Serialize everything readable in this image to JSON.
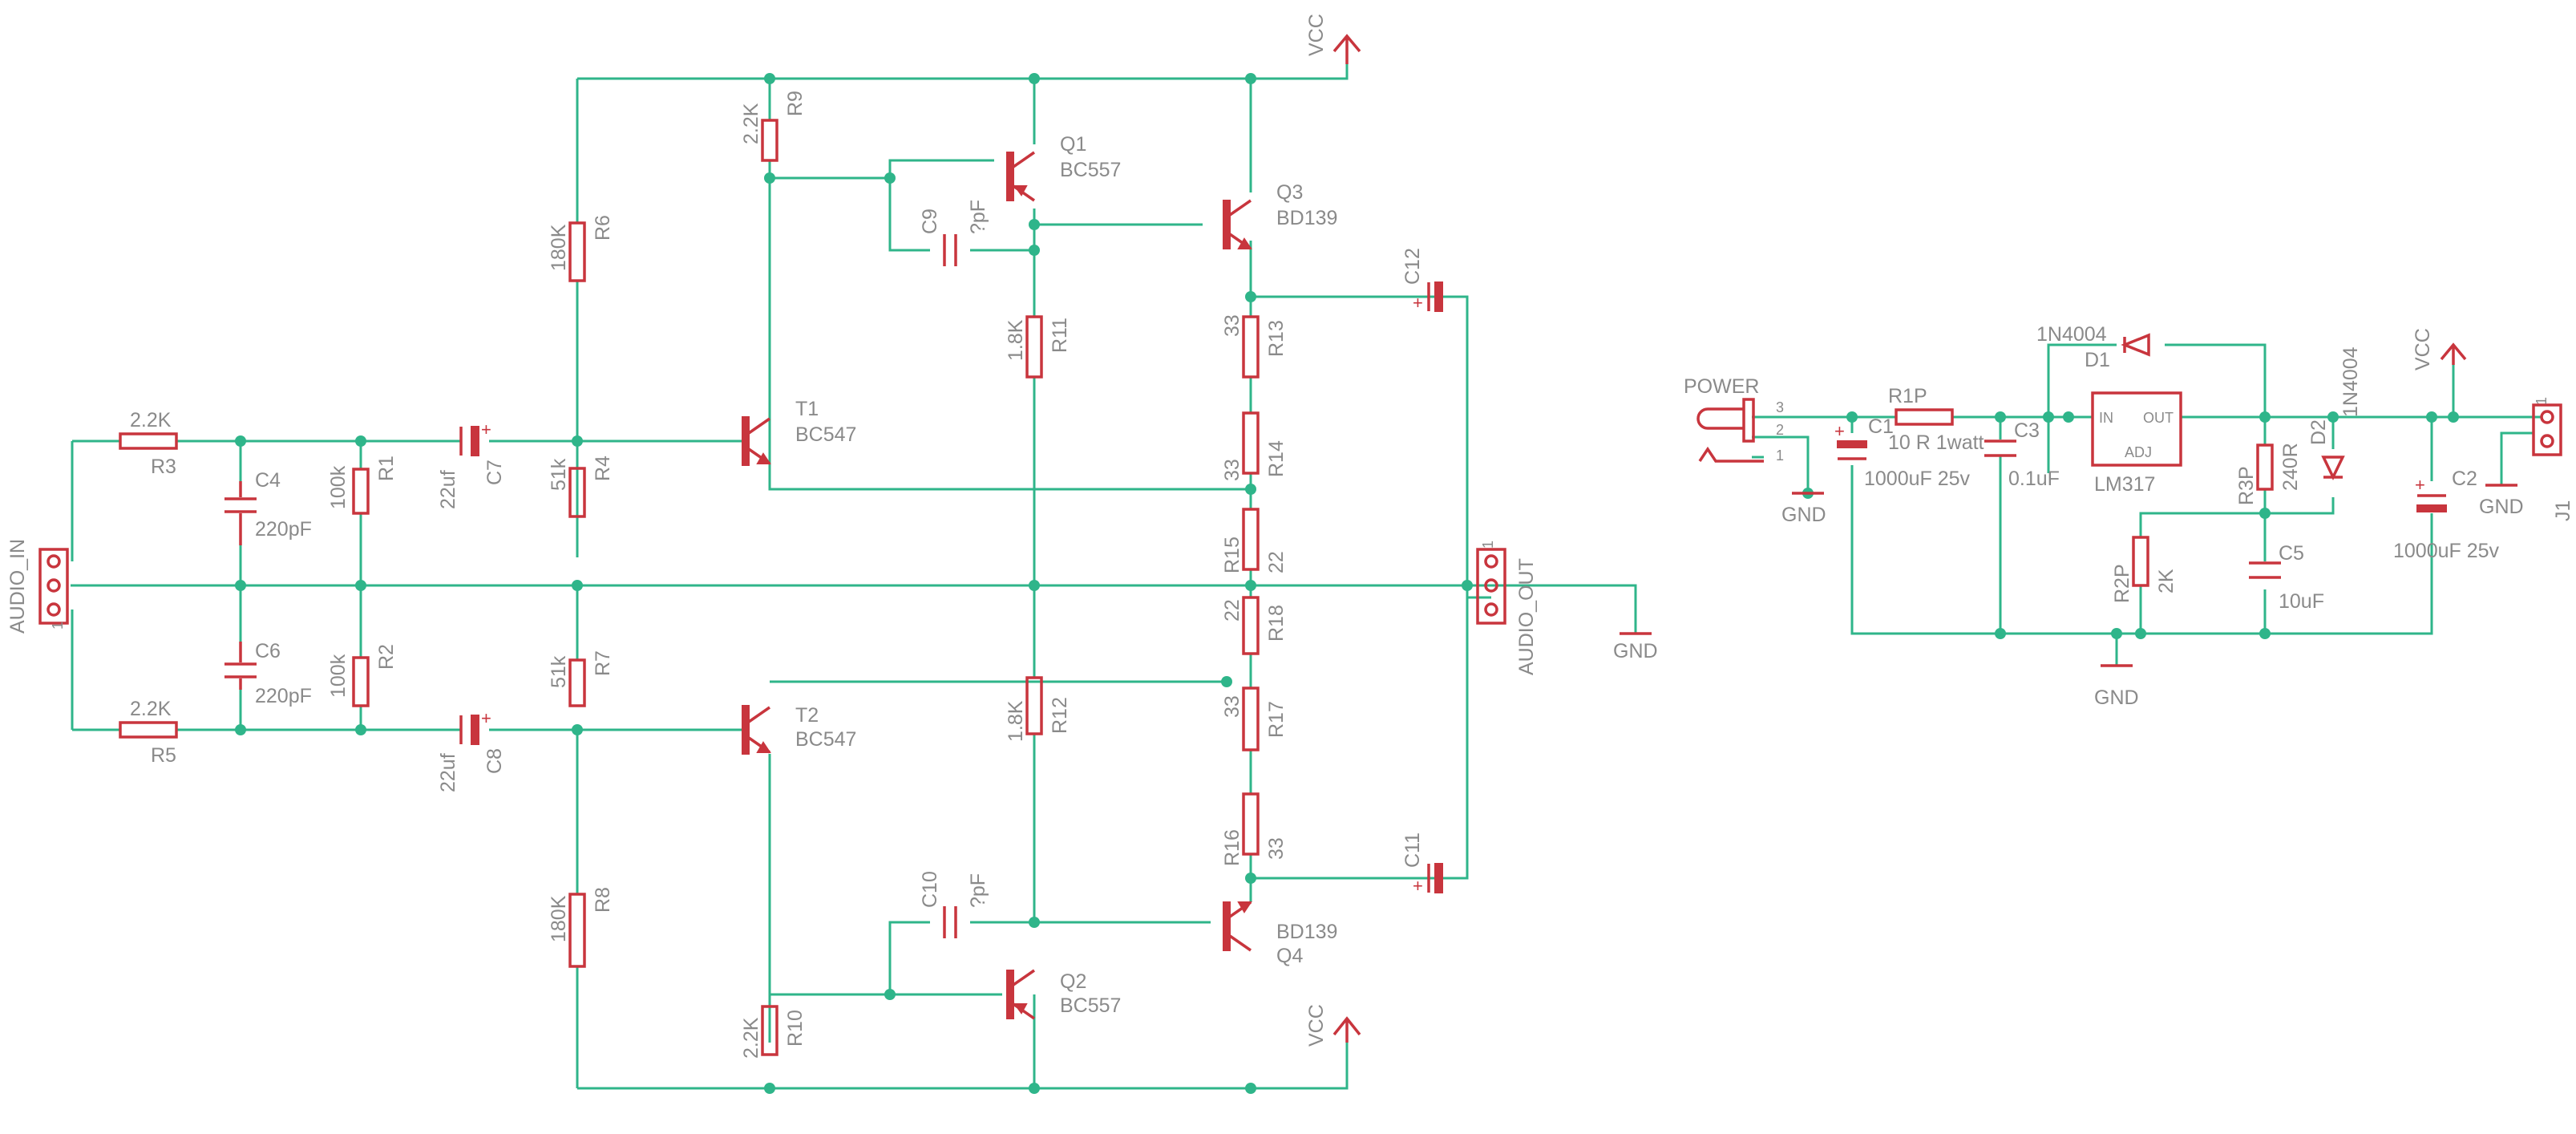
{
  "colors": {
    "wire": "#2fb58a",
    "part": "#c8353d",
    "text": "#8a8a8a",
    "background": "#ffffff"
  },
  "nets": {
    "vcc_top": "VCC",
    "vcc_bottom": "VCC",
    "gnd_out": "GND",
    "gnd_power": "GND",
    "gnd_reg": "GND",
    "vcc_right": "VCC",
    "gnd_j1": "GND"
  },
  "connectors": {
    "audio_in": {
      "name": "AUDIO_IN",
      "pin1": "1"
    },
    "audio_out": {
      "name": "AUDIO_OUT",
      "pin1": "1"
    },
    "power": {
      "name": "POWER",
      "pin3": "3",
      "pin2": "2",
      "pin1": "1"
    },
    "j1": {
      "name": "J1",
      "pin1": "1"
    }
  },
  "resistors": {
    "R1": {
      "name": "R1",
      "value": "100k"
    },
    "R2": {
      "name": "R2",
      "value": "100k"
    },
    "R3": {
      "name": "R3",
      "value": "2.2K"
    },
    "R4": {
      "name": "R4",
      "value": "51k"
    },
    "R5": {
      "name": "R5",
      "value": "2.2K"
    },
    "R6": {
      "name": "R6",
      "value": "180K"
    },
    "R7": {
      "name": "R7",
      "value": "51k"
    },
    "R8": {
      "name": "R8",
      "value": "180K"
    },
    "R9": {
      "name": "R9",
      "value": "2.2K"
    },
    "R10": {
      "name": "R10",
      "value": "2.2K"
    },
    "R11": {
      "name": "R11",
      "value": "1.8K"
    },
    "R12": {
      "name": "R12",
      "value": "1.8K"
    },
    "R13": {
      "name": "R13",
      "value": "33"
    },
    "R14": {
      "name": "R14",
      "value": "33"
    },
    "R15": {
      "name": "R15",
      "value": "22"
    },
    "R16": {
      "name": "R16",
      "value": "33"
    },
    "R17": {
      "name": "R17",
      "value": "33"
    },
    "R18": {
      "name": "R18",
      "value": "22"
    },
    "R1P": {
      "name": "R1P",
      "value": "10 R 1watt"
    },
    "R2P": {
      "name": "R2P",
      "value": "2K"
    },
    "R3P": {
      "name": "R3P",
      "value": "240R"
    }
  },
  "capacitors": {
    "C4": {
      "name": "C4",
      "value": "220pF"
    },
    "C6": {
      "name": "C6",
      "value": "220pF"
    },
    "C7": {
      "name": "C7",
      "value": "22uf"
    },
    "C8": {
      "name": "C8",
      "value": "22uf"
    },
    "C9": {
      "name": "C9",
      "value": "?pF"
    },
    "C10": {
      "name": "C10",
      "value": "?pF"
    },
    "C11": {
      "name": "C11"
    },
    "C12": {
      "name": "C12"
    },
    "C1": {
      "name": "C1",
      "value": "1000uF 25v"
    },
    "C2": {
      "name": "C2",
      "value": "1000uF 25v"
    },
    "C3": {
      "name": "C3",
      "value": "0.1uF"
    },
    "C5": {
      "name": "C5",
      "value": "10uF"
    }
  },
  "transistors": {
    "T1": {
      "name": "T1",
      "value": "BC547"
    },
    "T2": {
      "name": "T2",
      "value": "BC547"
    },
    "Q1": {
      "name": "Q1",
      "value": "BC557"
    },
    "Q2": {
      "name": "Q2",
      "value": "BC557"
    },
    "Q3": {
      "name": "Q3",
      "value": "BD139"
    },
    "Q4": {
      "name": "Q4",
      "value": "BD139"
    }
  },
  "diodes": {
    "D1": {
      "name": "D1",
      "value": "1N4004"
    },
    "D2": {
      "name": "D2",
      "value": "1N4004"
    }
  },
  "regulator": {
    "name": "LM317",
    "pin_in": "IN",
    "pin_out": "OUT",
    "pin_adj": "ADJ"
  }
}
